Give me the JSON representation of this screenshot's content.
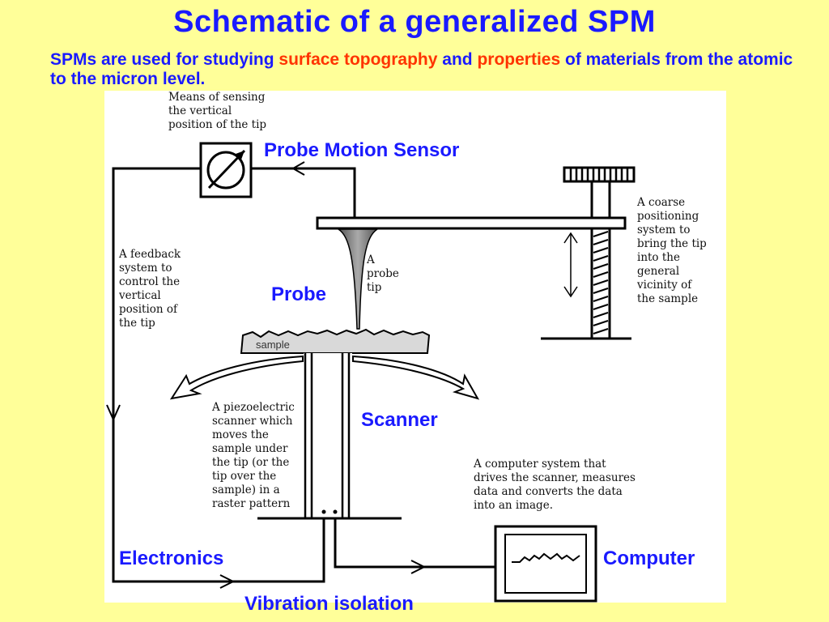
{
  "header": {
    "title": "Schematic of a generalized SPM",
    "subtitle_part1": "SPMs are used for studying ",
    "subtitle_highlight1": "surface topography",
    "subtitle_part2": " and ",
    "subtitle_highlight2": "properties",
    "subtitle_part3": " of materials from the atomic to the micron level."
  },
  "labels": {
    "probe_motion_sensor": "Probe Motion Sensor",
    "probe": "Probe",
    "scanner": "Scanner",
    "electronics": "Electronics",
    "computer": "Computer",
    "vibration_isolation": "Vibration isolation"
  },
  "notes": {
    "sensing": "Means of sensing\nthe vertical\nposition of the tip",
    "feedback": "A feedback\nsystem to\ncontrol the\nvertical\nposition of\nthe tip",
    "probe_tip": "A\nprobe\ntip",
    "coarse": "A coarse\npositioning\nsystem to\nbring the tip\ninto the\ngeneral\nvicinity of\nthe sample",
    "piezo": "A piezoelectric\nscanner which\nmoves the\nsample under\nthe tip (or the\ntip over the\nsample) in a\nraster pattern",
    "computer_system": "A computer system that\ndrives the scanner, measures\ndata and converts the data\ninto an image.",
    "sample": "sample"
  },
  "colors": {
    "background": "#ffff99",
    "title_blue": "#1a1aff",
    "highlight_red": "#ff3300"
  }
}
